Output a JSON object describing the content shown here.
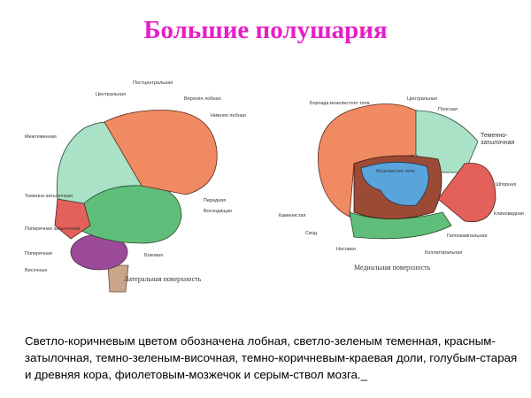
{
  "title": "Большие полушария",
  "lateral": {
    "caption": "Латеральная поверхность",
    "labels": [
      "Постцентральная",
      "Центральная",
      "Верхняя лобная",
      "Нижняя лобная",
      "Межтеменная",
      "Теменно-затылочная",
      "Поперечная затылочная",
      "Поперечная",
      "Височные",
      "Боковая",
      "Передняя",
      "Восходящая"
    ]
  },
  "medial": {
    "caption": "Медиальная поверхность",
    "labels": [
      "Борозда мозолистого тела",
      "Центральная",
      "Поясная",
      "Теменно-затылочная",
      "Шпорная",
      "Клиновидная",
      "Каменистая",
      "Мозолистое тело",
      "Свод",
      "Гиппокампальная",
      "Коллатеральная",
      "Носовая"
    ]
  },
  "description": "Светло-коричневым цветом обозначена лобная, светло-зеленым теменная, красным-затылочная, темно-зеленым-височная, темно-коричневым-краевая доли, голубым-старая и древняя кора, фиолетовым-мозжечок и серым-ствол мозга._",
  "colors": {
    "title": "#e51fc6",
    "frontal": "#f08a62",
    "parietal": "#a9e2c6",
    "occipital": "#e4605a",
    "temporal": "#5fbf7a",
    "limbic": "#9b4a35",
    "old_cortex": "#5aa4dc",
    "cerebellum": "#9b4a9a",
    "brainstem": "#c9a58a"
  }
}
